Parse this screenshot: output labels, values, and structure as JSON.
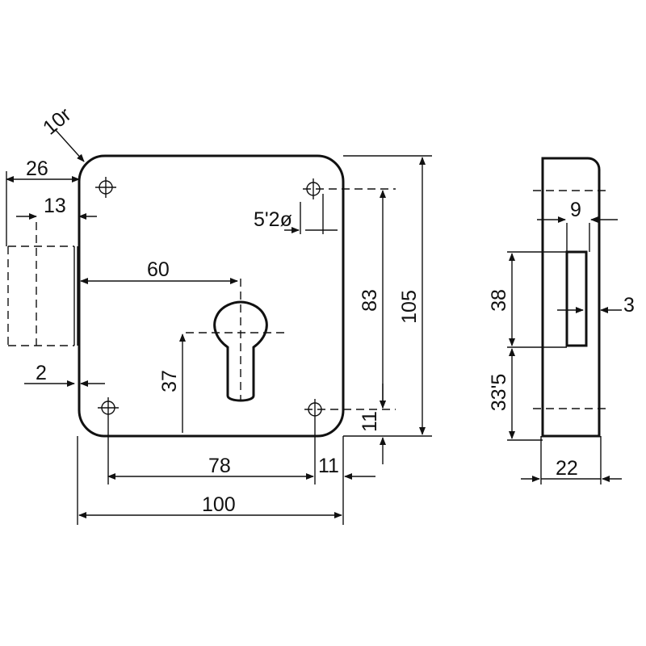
{
  "dimensions": {
    "corner_radius": "10r",
    "cylinder_width": "26",
    "cylinder_offset": "13",
    "backset_left": "60",
    "hole_diameter": "5'2ø",
    "hole_spacing_vertical": "83",
    "overall_height": "105",
    "keyhole_height": "37",
    "plate_offset": "2",
    "hole_spacing_horizontal": "78",
    "hole_edge_right": "11",
    "hole_edge_bottom": "11",
    "overall_width": "100",
    "side_slot_width": "9",
    "side_slot_height": "38",
    "side_slot_depth": "3",
    "side_bottom_offset": "33'5",
    "side_thickness": "22"
  }
}
